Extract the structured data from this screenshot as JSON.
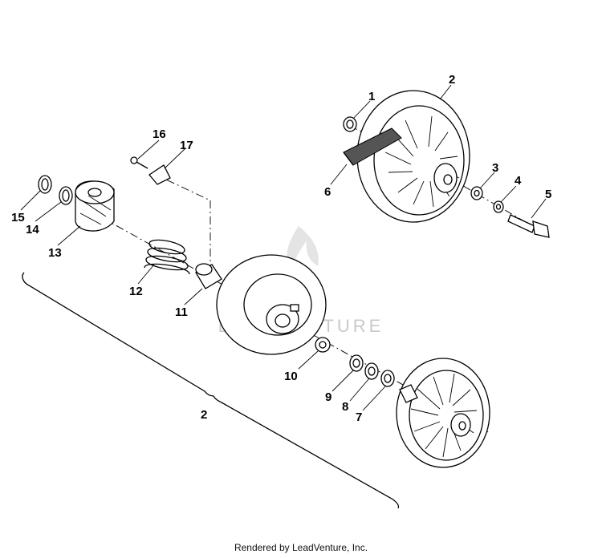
{
  "callouts": {
    "c1": "1",
    "c2_top": "2",
    "c3": "3",
    "c4": "4",
    "c5": "5",
    "c6": "6",
    "c7": "7",
    "c8": "8",
    "c9": "9",
    "c10": "10",
    "c11": "11",
    "c12": "12",
    "c13": "13",
    "c14": "14",
    "c15": "15",
    "c16": "16",
    "c17": "17",
    "c2_bottom": "2"
  },
  "watermark": {
    "text": "LEADVENTURE"
  },
  "footer": {
    "text": "Rendered by LeadVenture, Inc."
  }
}
